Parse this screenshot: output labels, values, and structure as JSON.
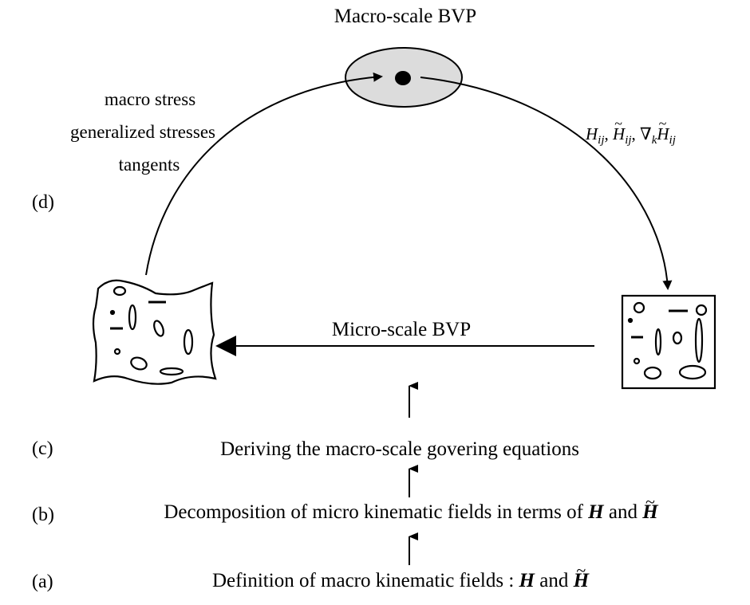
{
  "title": "Macro-scale BVP",
  "left_labels": [
    "macro stress",
    "generalized stresses",
    "tangents"
  ],
  "right_label": {
    "H": "H",
    "sub": "ij",
    "nabla": "∇",
    "k": "k"
  },
  "micro_label": "Micro-scale BVP",
  "steps": {
    "d": {
      "tag": "(d)"
    },
    "c": {
      "tag": "(c)",
      "text": "Deriving the macro-scale govering equations"
    },
    "b": {
      "tag": "(b)",
      "text": "Decomposition of micro kinematic fields in terms of",
      "and": "and",
      "H": "H"
    },
    "a": {
      "tag": "(a)",
      "text": "Definition of macro kinematic fields :",
      "and": "and",
      "H": "H"
    }
  },
  "colors": {
    "ellipse_fill": "#dcdcdc",
    "stroke": "#000000"
  }
}
